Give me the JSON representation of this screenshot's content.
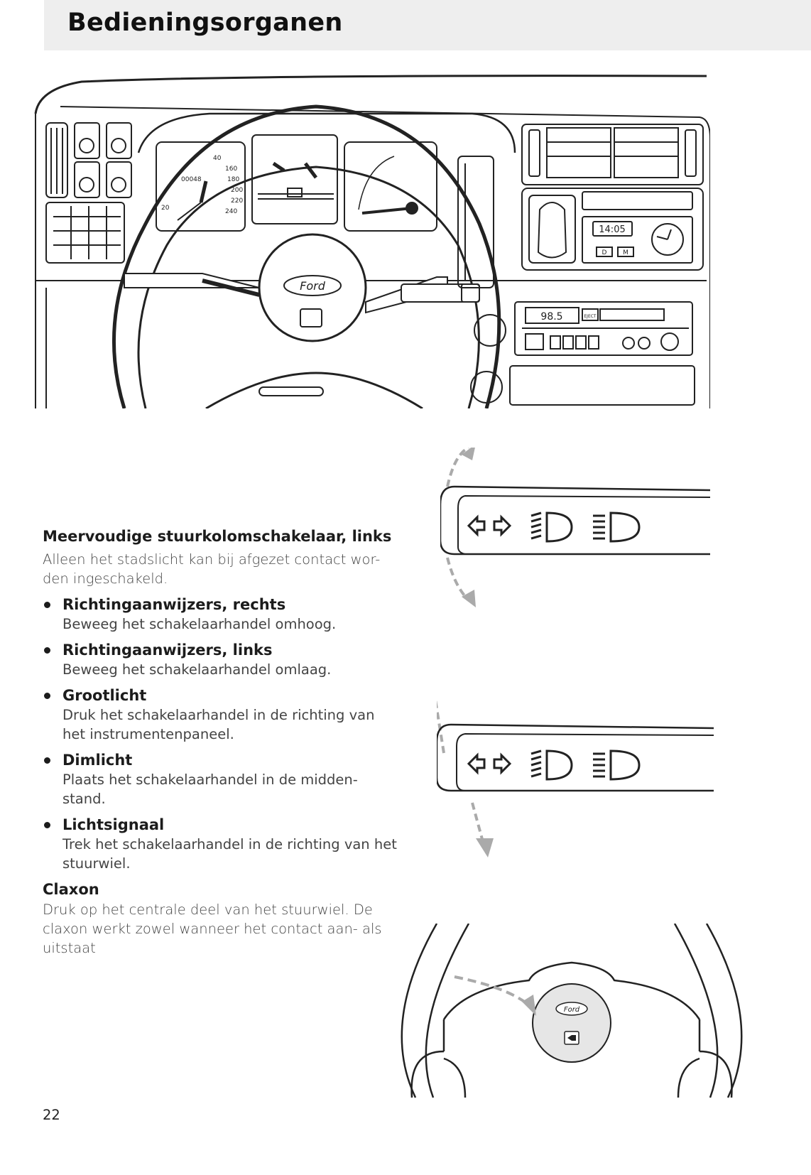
{
  "header": {
    "title": "Bedieningsorganen"
  },
  "dashboard": {
    "brand_badge": "Ford",
    "clock_display": "14:05",
    "radio_display": "98.5",
    "radio_eject": "EJECT",
    "speedo_ticks": [
      "20",
      "40",
      "160",
      "180",
      "200",
      "220",
      "240"
    ],
    "odometer": "00048",
    "clock_buttons": [
      "D",
      "M"
    ]
  },
  "section": {
    "heading": "Meervoudige stuurkolomschakelaar, links",
    "intro": "Alleen het stadslicht kan bij afgezet contact wor-den ingeschakeld.",
    "items": [
      {
        "title": "Richtingaanwijzers, rechts",
        "desc": "Beweeg het schakelaarhandel omhoog."
      },
      {
        "title": "Richtingaanwijzers, links",
        "desc": "Beweeg het schakelaarhandel omlaag."
      },
      {
        "title": "Grootlicht",
        "desc": "Druk het schakelaarhandel in de richting van het instrumentenpaneel."
      },
      {
        "title": "Dimlicht",
        "desc": "Plaats het schakelaarhandel in de midden-stand."
      },
      {
        "title": "Lichtsignaal",
        "desc": "Trek het schakelaarhandel in de richting van het stuurwiel."
      }
    ]
  },
  "claxon": {
    "heading": "Claxon",
    "text": "Druk op het centrale deel van het stuurwiel. De claxon werkt zowel wanneer het contact aan- als uitstaat"
  },
  "horn_badge": "Ford",
  "page_number": "22",
  "icons": {
    "turn_signals": "turn-signal-arrows-icon",
    "low_beam": "low-beam-icon",
    "high_beam": "high-beam-icon",
    "horn": "horn-icon"
  },
  "colors": {
    "header_band": "#eeeeee",
    "line_art": "#222222",
    "arrow_gray": "#aaaaaa",
    "hub_fill": "#e6e6e6"
  }
}
